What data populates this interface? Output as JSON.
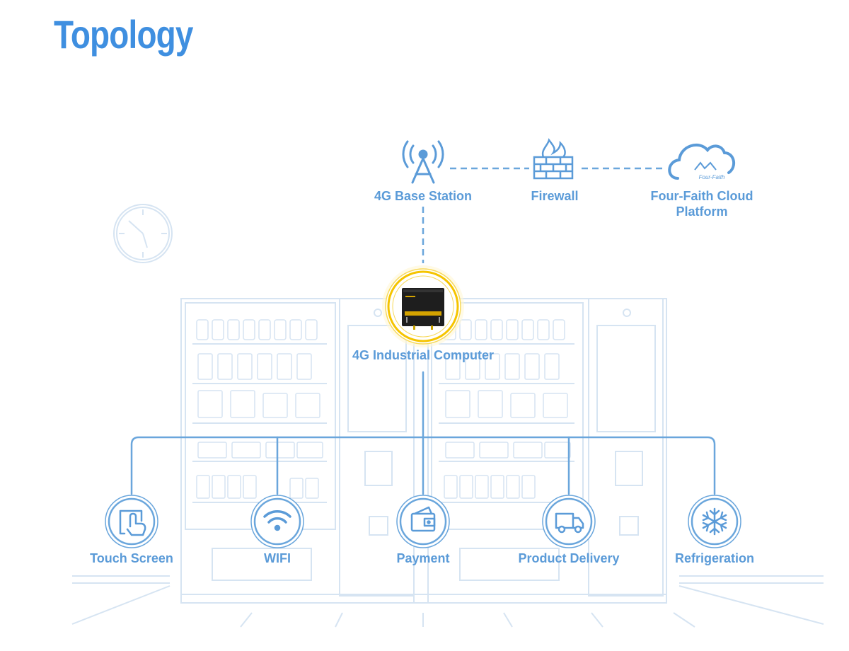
{
  "page": {
    "title": "Topology"
  },
  "network": {
    "base_station": "4G Base Station",
    "firewall": "Firewall",
    "cloud_line1": "Four-Faith Cloud",
    "cloud_line2": "Platform",
    "cloud_logo_text": "Four-Faith",
    "router": "4G Industrial Computer"
  },
  "endpoints": {
    "touch": "Touch Screen",
    "wifi": "WIFI",
    "payment": "Payment",
    "delivery": "Product Delivery",
    "refrigeration": "Refrigeration"
  },
  "colors": {
    "accent": "#3f8fe0",
    "line": "#6aa6dc",
    "faint": "#d6e4f2",
    "halo": "#f5c400"
  }
}
